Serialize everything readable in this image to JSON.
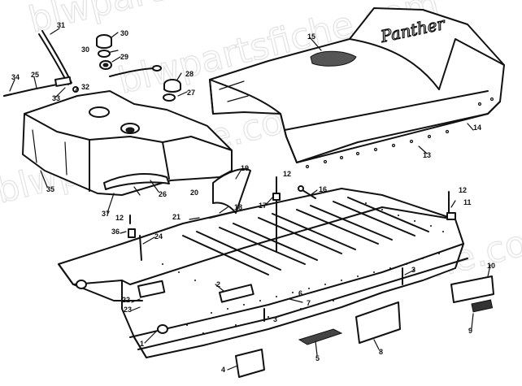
{
  "watermark": "blwpartsfiche.com",
  "seat_logo": "Panther",
  "callouts": [
    "1",
    "2",
    "3",
    "3",
    "4",
    "5",
    "6",
    "7",
    "8",
    "9",
    "10",
    "11",
    "12",
    "12",
    "12",
    "13",
    "14",
    "15",
    "16",
    "17",
    "18",
    "19",
    "20",
    "21",
    "22",
    "23",
    "24",
    "25",
    "26",
    "27",
    "28",
    "29",
    "30",
    "30",
    "31",
    "32",
    "33",
    "34",
    "35",
    "36",
    "37"
  ]
}
